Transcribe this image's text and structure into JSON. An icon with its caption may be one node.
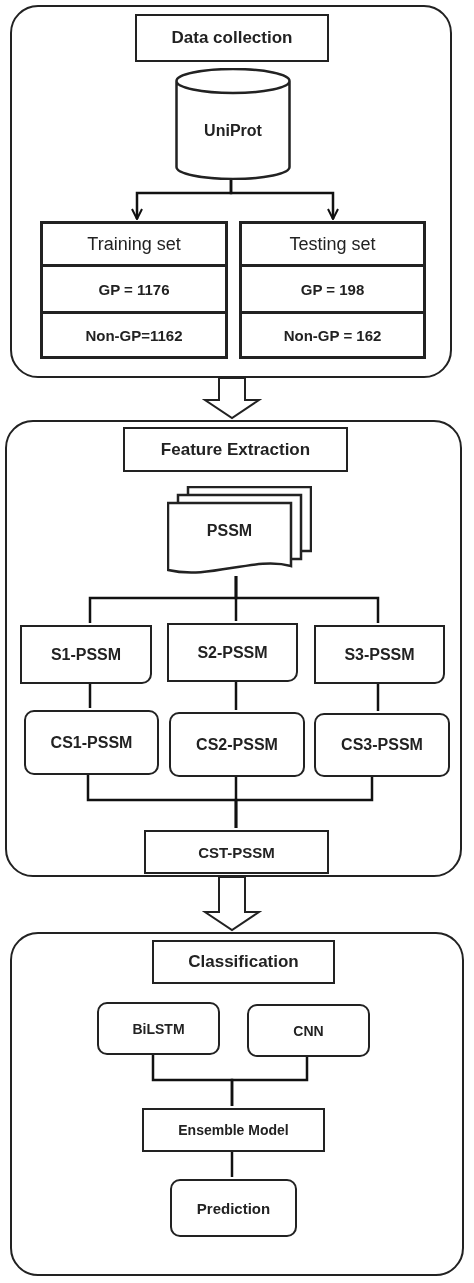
{
  "diagram": {
    "nodes": [
      {
        "text": [],
        "shape": "box"
      },
      {
        "text": [
          "Data collection"
        ],
        "in": 0
      },
      {
        "text": [
          "UniProt"
        ],
        "in": 0
      },
      {
        "text": [
          "Training set",
          "GP = 1176",
          "Non-GP=1162"
        ],
        "in": 0
      },
      {
        "text": [
          "Testing set",
          "GP = 198",
          "Non-GP = 162"
        ],
        "in": 0
      },
      {
        "text": [],
        "shape": "box"
      },
      {
        "text": [
          "Feature Extraction"
        ],
        "in": 5
      },
      {
        "text": [
          "PSSM"
        ],
        "in": 5
      },
      {
        "text": [
          "S1-PSSM"
        ],
        "in": 5
      },
      {
        "text": [
          "S2-PSSM"
        ],
        "in": 5
      },
      {
        "text": [
          "S3-PSSM"
        ],
        "in": 5
      },
      {
        "text": [
          "CS1-PSSM"
        ],
        "in": 5
      },
      {
        "text": [
          "CS2-PSSM"
        ],
        "in": 5
      },
      {
        "text": [
          "CS3-PSSM"
        ],
        "in": 5
      },
      {
        "text": [
          "CST-PSSM"
        ],
        "in": 5
      },
      {
        "text": [],
        "shape": "box"
      },
      {
        "text": [
          "Classification"
        ],
        "in": 15
      },
      {
        "text": [
          "BiLSTM"
        ],
        "in": 15
      },
      {
        "text": [
          "CNN"
        ],
        "in": 15
      },
      {
        "text": [
          "Ensemble Model"
        ],
        "in": 15
      },
      {
        "text": [
          "Prediction"
        ],
        "in": 15
      }
    ],
    "edges": [
      {
        "from": 2,
        "to": 3,
        "arrow": "to"
      },
      {
        "from": 2,
        "to": 4,
        "arrow": "to"
      },
      {
        "from": 0,
        "to": 5,
        "arrow": "to",
        "style": "thick"
      },
      {
        "from": 7,
        "to": 8,
        "arrow": "none"
      },
      {
        "from": 7,
        "to": 9,
        "arrow": "none"
      },
      {
        "from": 7,
        "to": 10,
        "arrow": "none"
      },
      {
        "from": 8,
        "to": 11,
        "arrow": "none"
      },
      {
        "from": 9,
        "to": 12,
        "arrow": "none"
      },
      {
        "from": 10,
        "to": 13,
        "arrow": "none"
      },
      {
        "from": 11,
        "to": 14,
        "arrow": "none"
      },
      {
        "from": 12,
        "to": 14,
        "arrow": "none"
      },
      {
        "from": 13,
        "to": 14,
        "arrow": "none"
      },
      {
        "from": 5,
        "to": 15,
        "arrow": "to",
        "style": "thick"
      },
      {
        "from": 17,
        "to": 19,
        "arrow": "none"
      },
      {
        "from": 18,
        "to": 19,
        "arrow": "none"
      },
      {
        "from": 19,
        "to": 20,
        "arrow": "none"
      }
    ]
  }
}
